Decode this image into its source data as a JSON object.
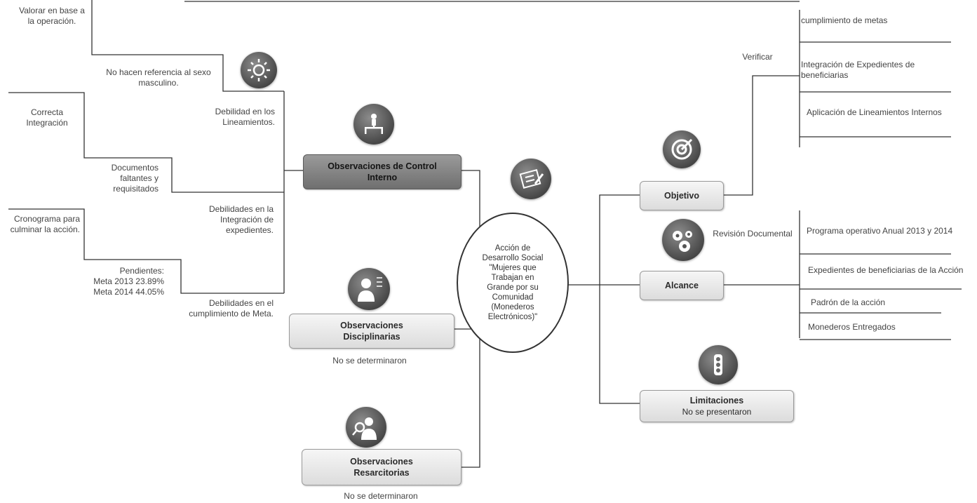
{
  "center_title": "Acción de\nDesarrollo Social\n\"Mujeres que\nTrabajan en\nGrande por su\nComunidad\n(Monederos\nElectrónicos)\"",
  "left": {
    "control_interno": {
      "title": "Observaciones de Control Interno",
      "branches": [
        {
          "label": "Debilidad en los Lineamientos.",
          "detail": "No hacen referencia al sexo masculino.",
          "action": "Valorar en base a la operación."
        },
        {
          "label": "Debilidades en la Integración de expedientes.",
          "detail": "Documentos faltantes y requisitados",
          "action": "Correcta Integración"
        },
        {
          "label": "Debilidades en el cumplimiento de Meta.",
          "detail": "Pendientes:\nMeta 2013 23.89%\nMeta 2014 44.05%",
          "action": "Cronograma para culminar la acción."
        }
      ]
    },
    "disciplinarias": {
      "title": "Observaciones Disciplinarias",
      "note": "No se determinaron"
    },
    "resarcitorias": {
      "title": "Observaciones Resarcitorias",
      "note": "No se determinaron"
    }
  },
  "right": {
    "objetivo": {
      "title": "Objetivo",
      "verb": "Verificar",
      "items": [
        "cumplimiento de metas",
        "Integración de Expedientes de beneficiarias",
        "Aplicación de Lineamientos Internos"
      ]
    },
    "alcance": {
      "title": "Alcance",
      "verb": "Revisión Documental",
      "items": [
        "Programa operativo Anual 2013 y 2014",
        "Expedientes de beneficiarias de la Acción",
        "Padrón de la acción",
        "Monederos Entregados"
      ]
    },
    "limitaciones": {
      "title": "Limitaciones",
      "note": "No se presentaron"
    }
  },
  "colors": {
    "line": "#333333",
    "icon": "#5a5a5a",
    "box_dark": "#7f7f7f",
    "box_light": "#e8e8e8"
  },
  "icons": [
    "lightbulb-icon",
    "hierarchy-icon",
    "checklist-icon",
    "target-icon",
    "gears-icon",
    "traffic-light-icon",
    "person-checklist-icon",
    "magnifier-person-icon"
  ]
}
